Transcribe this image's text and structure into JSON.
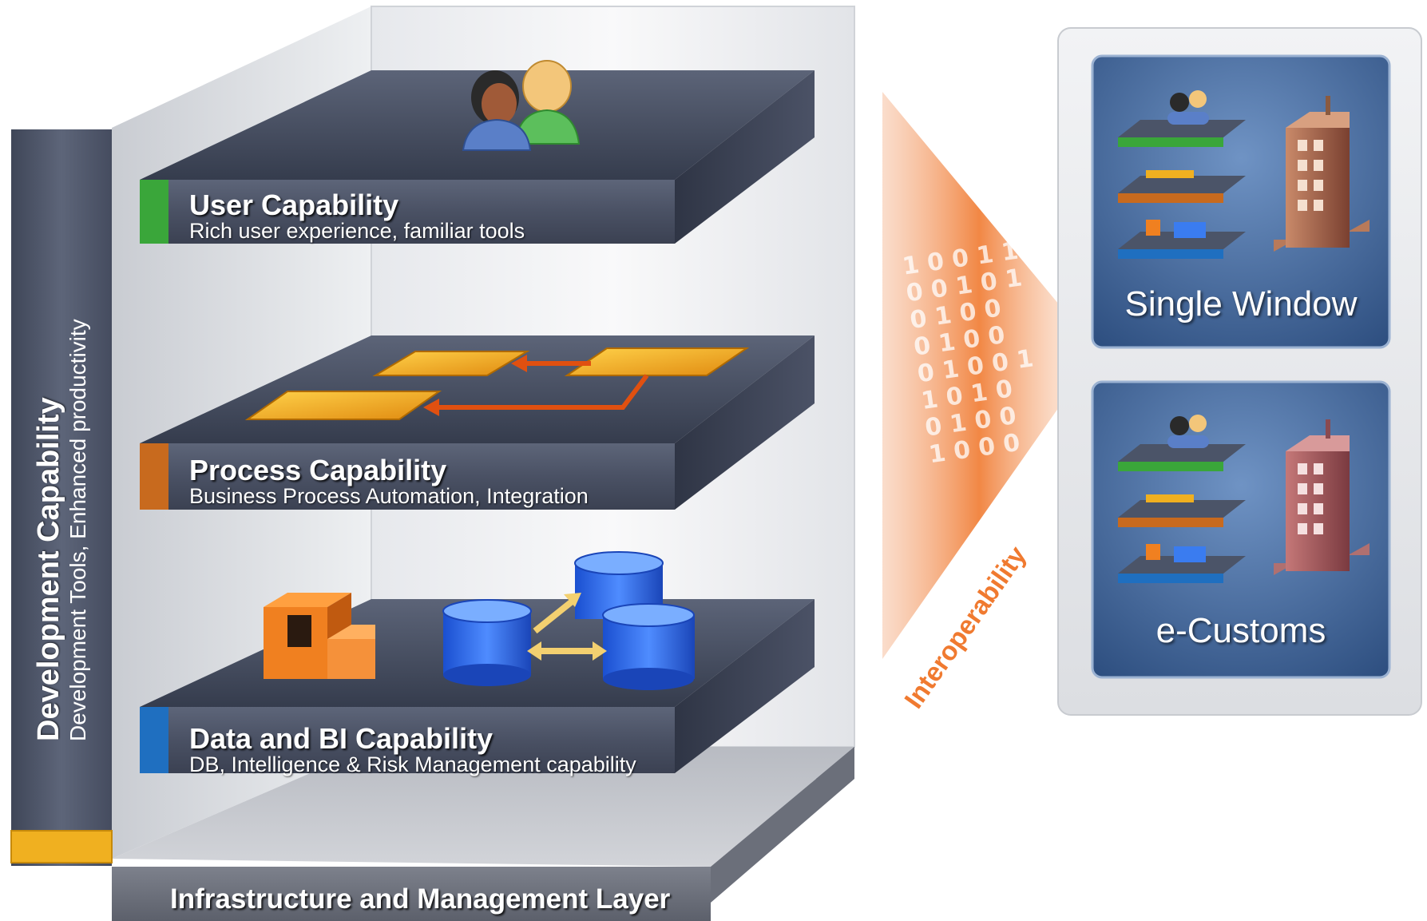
{
  "layers": {
    "user": {
      "title": "User Capability",
      "subtitle": "Rich user experience, familiar tools",
      "accent": "#3aa63a"
    },
    "process": {
      "title": "Process Capability",
      "subtitle": "Business Process Automation, Integration",
      "accent": "#c86a1e"
    },
    "data": {
      "title": "Data and BI Capability",
      "subtitle": "DB, Intelligence & Risk Management capability",
      "accent": "#1f6fc0"
    }
  },
  "development": {
    "title": "Development Capability",
    "subtitle": "Development Tools, Enhanced productivity",
    "accent": "#f0b020"
  },
  "infrastructure": {
    "title": "Infrastructure and Management Layer"
  },
  "interoperability": {
    "label": "Interoperability",
    "binary": "1 0 0 1 1\n0 0 1 0 1\n0 1 0 0\n0 1 0 0\n0 1 0 0 1\n1 0 1 0\n0 1 0 0\n1 0 0 0",
    "color": "#f07a30"
  },
  "panels": {
    "single_window": {
      "label": "Single Window"
    },
    "e_customs": {
      "label": "e-Customs"
    }
  },
  "icons": [
    "users-icon",
    "process-flow-icon",
    "cube-icon",
    "database-icon",
    "building-icon"
  ]
}
